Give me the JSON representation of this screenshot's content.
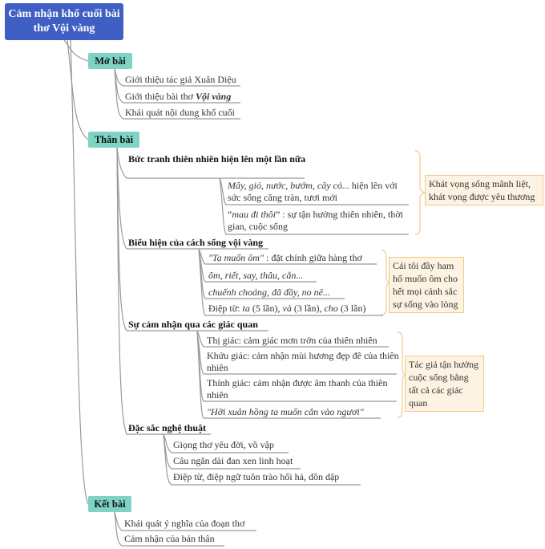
{
  "title": "Cảm nhận khổ cuối bài thơ Vội vàng",
  "mo_bai": {
    "label": "Mở bài",
    "items": [
      "Giới thiệu tác giả Xuân Diệu",
      "Giới thiệu bài thơ ",
      "Vội vàng",
      "Khái quát nội dung khổ cuối"
    ]
  },
  "than_bai": {
    "label": "Thân bài",
    "b1": {
      "label": "Bức tranh thiên nhiên hiện lên một lần nữa",
      "i1a": "Mây, gió, nước, bướm, cây cỏ...",
      "i1b": " hiện lên với sức sống căng tràn, tươi mới",
      "i2a": "“",
      "i2b": "mau đi thôi",
      "i2c": "” : sự tận hưởng thiên nhiên, thời gian, cuộc sống",
      "callout": "Khát vọng sống mãnh liệt, khát vọng được yêu thương"
    },
    "b2": {
      "label": "Biểu hiện của cách sống vội vàng",
      "i1a": "\"Ta muốn ôm\"",
      "i1b": " : đặt chính giữa hàng thơ",
      "i2": "ôm, riết, say, thâu, cắn...",
      "i3": "chuếnh choáng, đã đầy, no nê...",
      "i4": [
        "Điệp từ: ",
        "ta",
        " (5 lần), ",
        "và",
        " (3 lần), ",
        "cho",
        " (3 lần)"
      ],
      "callout": "Cái tôi đầy ham hố muốn ôm cho hết mọi cảnh sắc sự sống vào lòng"
    },
    "b3": {
      "label": "Sự cảm nhận qua các giác quan",
      "items": [
        "Thị giác: cảm giác mơn trớn của thiên nhiên",
        "Khứu giác: cảm nhận mùi hương đẹp đẽ của thiên nhiên",
        "Thính giác: cảm nhận được âm thanh của thiên nhiên",
        "\"Hỡi xuân hồng ta muốn cắn vào ngươi\""
      ],
      "callout": "Tác giả tận hưởng cuộc sống bằng tất cả các giác quan"
    },
    "b4": {
      "label": "Đặc sắc nghệ thuật",
      "items": [
        "Giọng thơ yêu đời, vồ vập",
        "Câu ngắn dài đan xen linh hoạt",
        "Điệp từ, điệp ngữ tuôn trào hối hả, dồn dập"
      ]
    }
  },
  "ket_bai": {
    "label": "Kết bài",
    "items": [
      "Khái quát ý nghĩa của đoạn thơ",
      "Cảm nhận của bản thân"
    ]
  },
  "colors": {
    "root": "#3f5fc4",
    "section": "#7fd3c5",
    "callout_bg": "#fdf3e3",
    "callout_border": "#f2c98a"
  }
}
